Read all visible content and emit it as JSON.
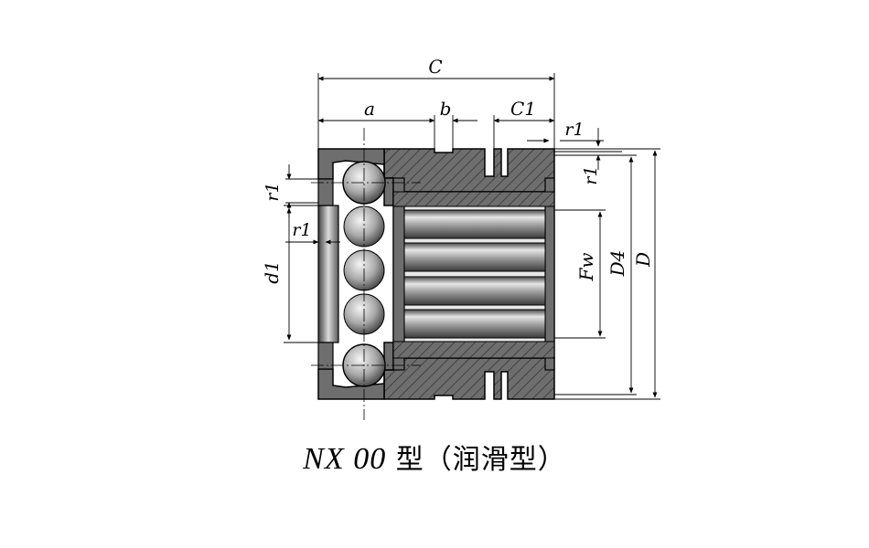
{
  "dimensions": {
    "C": "C",
    "a": "a",
    "b": "b",
    "C1": "C1",
    "r1": "r1",
    "d1": "d1",
    "Fw": "Fw",
    "D4": "D4",
    "D": "D"
  },
  "caption": {
    "model": "NX 00",
    "type": " 型（润滑型）"
  },
  "colors": {
    "line": "#000000",
    "section": "#6e6e6e",
    "hatch": "#3a3a3a",
    "cage": "#595959"
  }
}
